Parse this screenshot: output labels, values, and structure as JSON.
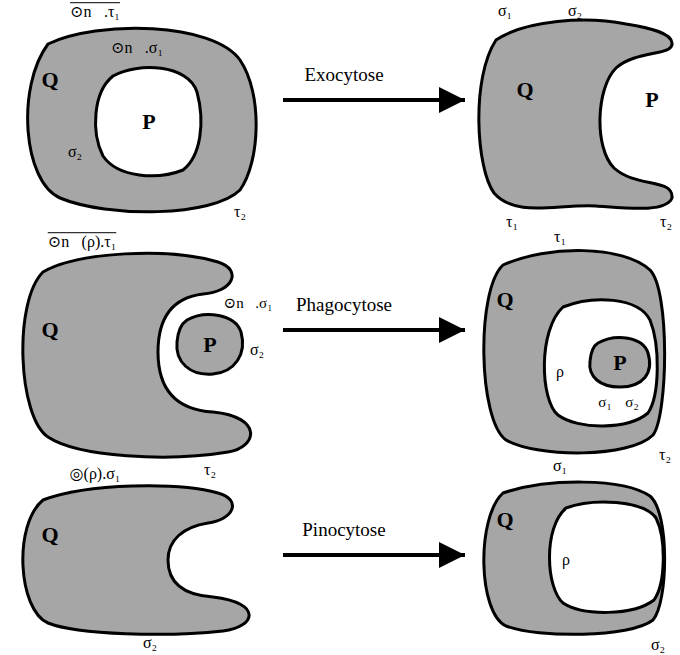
{
  "diagram": {
    "nodes": [
      {
        "text": [
          "Q"
        ]
      },
      {
        "text": [
          "P"
        ],
        "in": 0
      },
      {
        "text": [
          "Q"
        ]
      },
      {
        "text": [
          "Q"
        ]
      },
      {
        "text": [
          "P"
        ]
      },
      {
        "text": [
          "Q"
        ]
      },
      {
        "text": [
          "P"
        ],
        "in": 5
      },
      {
        "text": [
          "Q"
        ]
      },
      {
        "text": [
          "Q"
        ]
      }
    ],
    "edges": [
      {
        "from": 0,
        "to": 2,
        "arrow": "to",
        "label": "Exocytose"
      },
      {
        "from": 3,
        "to": 5,
        "arrow": "to",
        "label": "Phagocytose"
      },
      {
        "from": 7,
        "to": 8,
        "arrow": "to",
        "label": "Pinocytose"
      }
    ],
    "labels": [
      "⊙n⃗.τ₁",
      "⊙n⃗.σ₁",
      "σ₂",
      "τ₂",
      "σ₁",
      "σ₂",
      "P",
      "τ₁",
      "τ₂",
      "⊙n⃖(ρ).τ₁",
      "⊙n⃖.σ₁",
      "σ₂",
      "τ₂",
      "τ₁",
      "ρ",
      "σ₁",
      "σ₂",
      "τ₂",
      "◎(ρ).σ₁",
      "σ₂",
      "σ₁",
      "ρ",
      "σ₂"
    ]
  }
}
